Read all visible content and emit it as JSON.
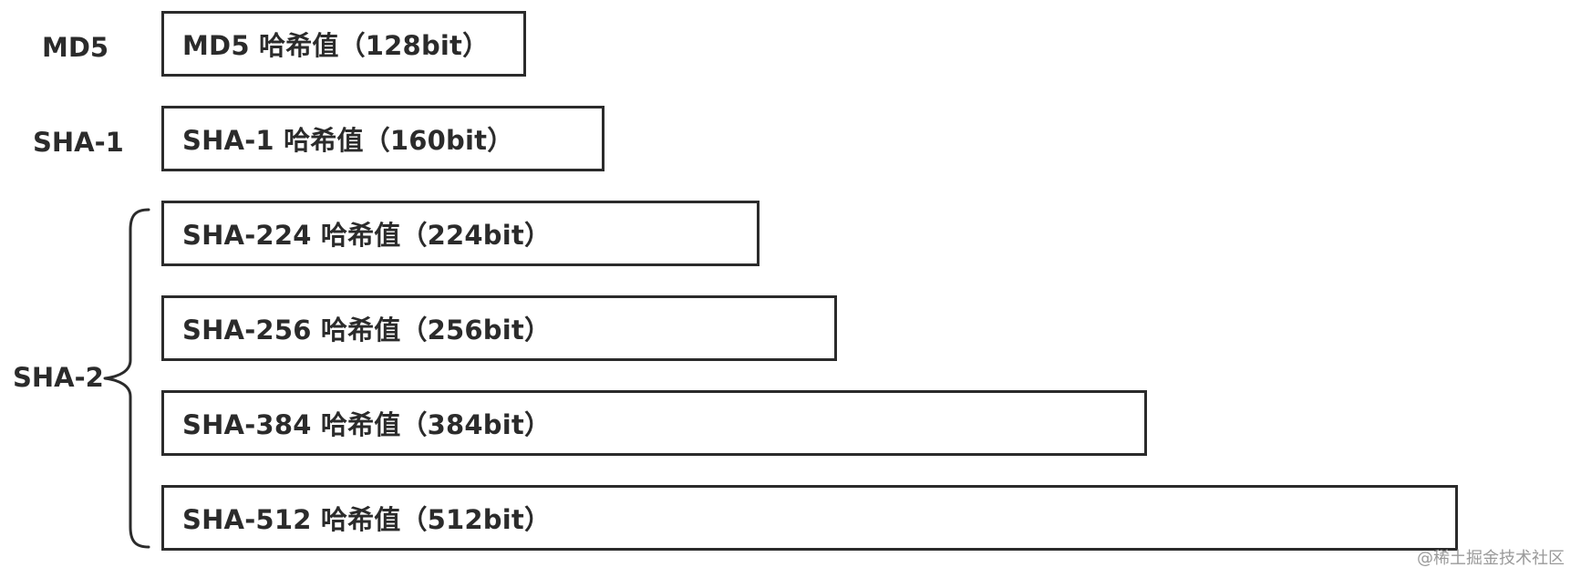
{
  "side_labels": {
    "md5": "MD5",
    "sha1": "SHA-1",
    "sha2": "SHA-2"
  },
  "boxes": [
    {
      "label": "MD5 哈希值（128bit）",
      "bits": 128
    },
    {
      "label": "SHA-1 哈希值（160bit）",
      "bits": 160
    },
    {
      "label": "SHA-224 哈希值（224bit）",
      "bits": 224
    },
    {
      "label": "SHA-256 哈希值（256bit）",
      "bits": 256
    },
    {
      "label": "SHA-384 哈希值（384bit）",
      "bits": 384
    },
    {
      "label": "SHA-512 哈希值（512bit）",
      "bits": 512
    }
  ],
  "watermark": "@稀土掘金技术社区",
  "colors": {
    "stroke": "#2b2b2b",
    "text": "#2b2b2b",
    "watermark": "#9a9a9a"
  }
}
